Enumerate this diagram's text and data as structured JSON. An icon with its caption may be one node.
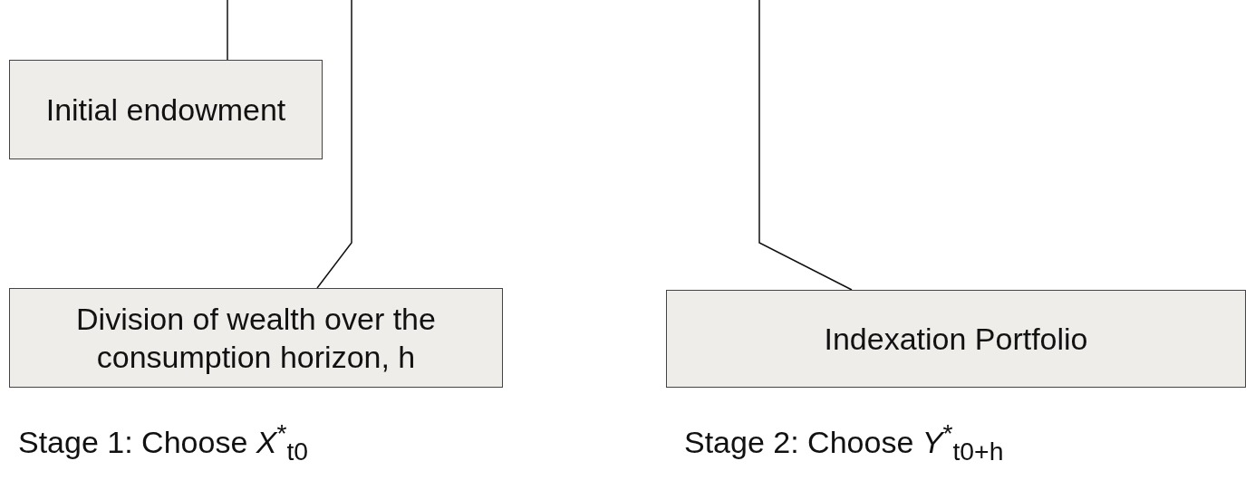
{
  "diagram": {
    "nodes": [
      {
        "text": [
          "Initial endowment"
        ]
      },
      {
        "text": [
          "Division of wealth over the consumption horizon, h"
        ],
        "beside": [
          "Stage 1: Choose *X*$^{*}$$_{t0}$"
        ]
      },
      {
        "text": [
          "Indexation Portfolio"
        ],
        "beside": [
          "Stage 2: Choose *Y*$^{*}$$_{t0+h}$"
        ]
      }
    ],
    "edges": [
      {
        "from": null,
        "to": 0,
        "arrow": "none"
      },
      {
        "from": null,
        "to": 1,
        "arrow": "none"
      },
      {
        "from": null,
        "to": 2,
        "arrow": "none"
      }
    ]
  }
}
